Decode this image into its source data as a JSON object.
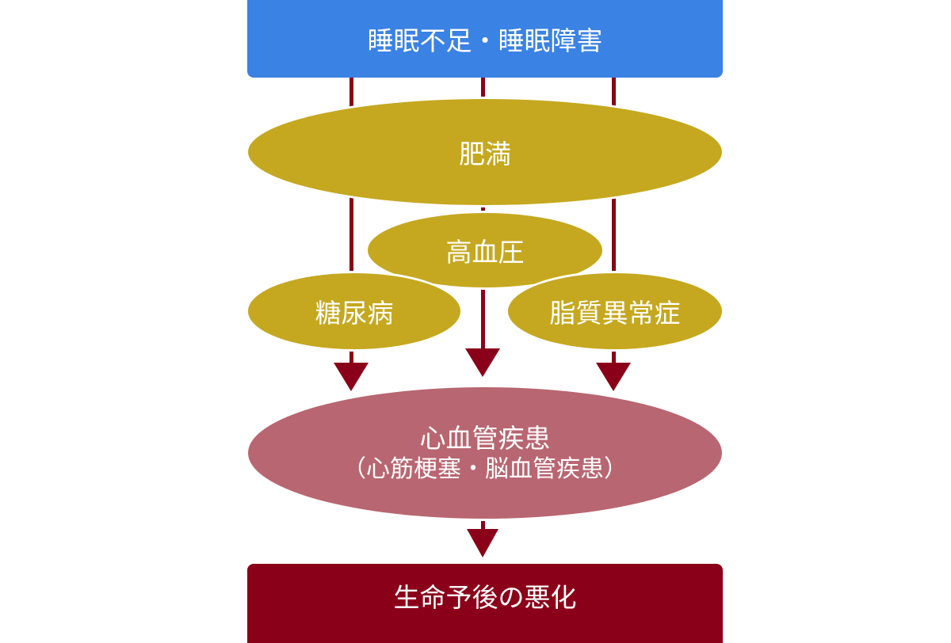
{
  "colors": {
    "top_box": "#3a82e4",
    "ellipse_gold": "#c5a81f",
    "ellipse_rose": "#b86671",
    "bottom_box": "#8b0019",
    "arrow": "#8b0019",
    "outline": "#ffffff"
  },
  "nodes": {
    "top": "睡眠不足・睡眠障害",
    "obesity": "肥満",
    "hypertension": "高血圧",
    "diabetes": "糖尿病",
    "dyslipidemia": "脂質異常症",
    "cardiovascular": "心血管疾患",
    "cardiovascular_detail": "（心筋梗塞・脳血管疾患）",
    "bottom": "生命予後の悪化"
  },
  "edges": [
    {
      "from": "top",
      "to": "cardiovascular",
      "via": "diabetes"
    },
    {
      "from": "top",
      "to": "cardiovascular",
      "via": "hypertension"
    },
    {
      "from": "top",
      "to": "cardiovascular",
      "via": "dyslipidemia"
    },
    {
      "from": "cardiovascular",
      "to": "bottom"
    }
  ]
}
